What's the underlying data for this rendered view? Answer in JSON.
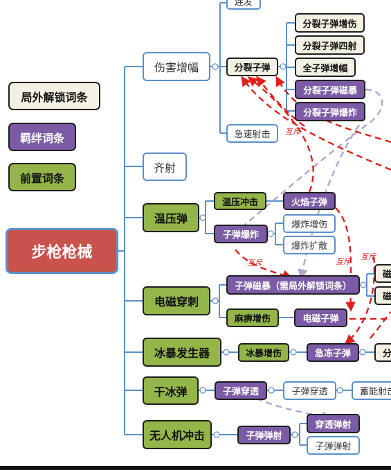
{
  "legend": {
    "unlock": "局外解锁词条",
    "bond": "羁绊词条",
    "prereq": "前置词条"
  },
  "root": "步枪枪械",
  "branches": {
    "damage": {
      "label": "伤害增幅",
      "top_cut": "连发",
      "split_bullet": "分裂子弹",
      "split_children": [
        "分裂子弹增伤",
        "分裂子弹四射",
        "全子弹增幅",
        "分裂子弹磁暴",
        "分裂子弹爆炸"
      ],
      "rapid_fire": "急速射击"
    },
    "volley": {
      "label": "齐射"
    },
    "thermo": {
      "label": "温压弹",
      "impact": "温压冲击",
      "fire_bullet": "火焰子弹",
      "explode": "子弹爆炸",
      "explode_children": [
        "爆炸增伤",
        "爆炸扩散"
      ]
    },
    "emp": {
      "label": "电磁穿刺",
      "magstorm": "子弹磁暴（需局外解锁词条）",
      "paralyze": "麻痹增伤",
      "em_bullet": "电磁子弹",
      "cut_right_1": "磁",
      "cut_right_2": "磁"
    },
    "frost": {
      "label": "冰暴发生器",
      "boost": "冰暴增伤",
      "freeze_bullet": "急冻子弹",
      "cut_right": "分"
    },
    "dry_ice": {
      "label": "干冰弹",
      "penetrate": "子弹穿透",
      "penetrate_child": "子弹穿透",
      "charge_shot": "蓄能射击"
    },
    "drone": {
      "label": "无人机冲击",
      "ricochet": "子弹弹射",
      "pierce_ricochet": "穿透弹射",
      "ricochet_child": "子弹弹射"
    }
  },
  "mutex_notes": [
    "互斥",
    "互斥",
    "互斥",
    "互斥"
  ],
  "colors": {
    "outline": "#5b8fc9",
    "cream": "#f4f1e4",
    "purple": "#7b5ba6",
    "green": "#93b54a",
    "root": "#c9524c",
    "mutex_line": "#e0201c",
    "dependency_line": "#b3a2cf"
  }
}
